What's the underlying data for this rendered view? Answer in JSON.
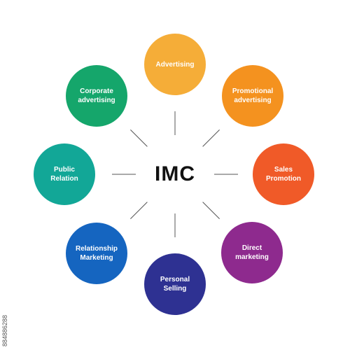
{
  "center_label": "IMC",
  "nodes": [
    {
      "label": "Advertising",
      "color": "#F5AD38"
    },
    {
      "label": "Promotional\nadvertising",
      "color": "#F4921F"
    },
    {
      "label": "Sales\nPromotion",
      "color": "#F05A28"
    },
    {
      "label": "Direct\nmarketing",
      "color": "#8E2A8E"
    },
    {
      "label": "Personal\nSelling",
      "color": "#2E3192"
    },
    {
      "label": "Relationship\nMarketing",
      "color": "#1565C0"
    },
    {
      "label": "Public\nRelation",
      "color": "#12A797"
    },
    {
      "label": "Corporate\nadvertising",
      "color": "#15A66B"
    }
  ],
  "connector_color": "#555555",
  "stock_id": "884886288"
}
